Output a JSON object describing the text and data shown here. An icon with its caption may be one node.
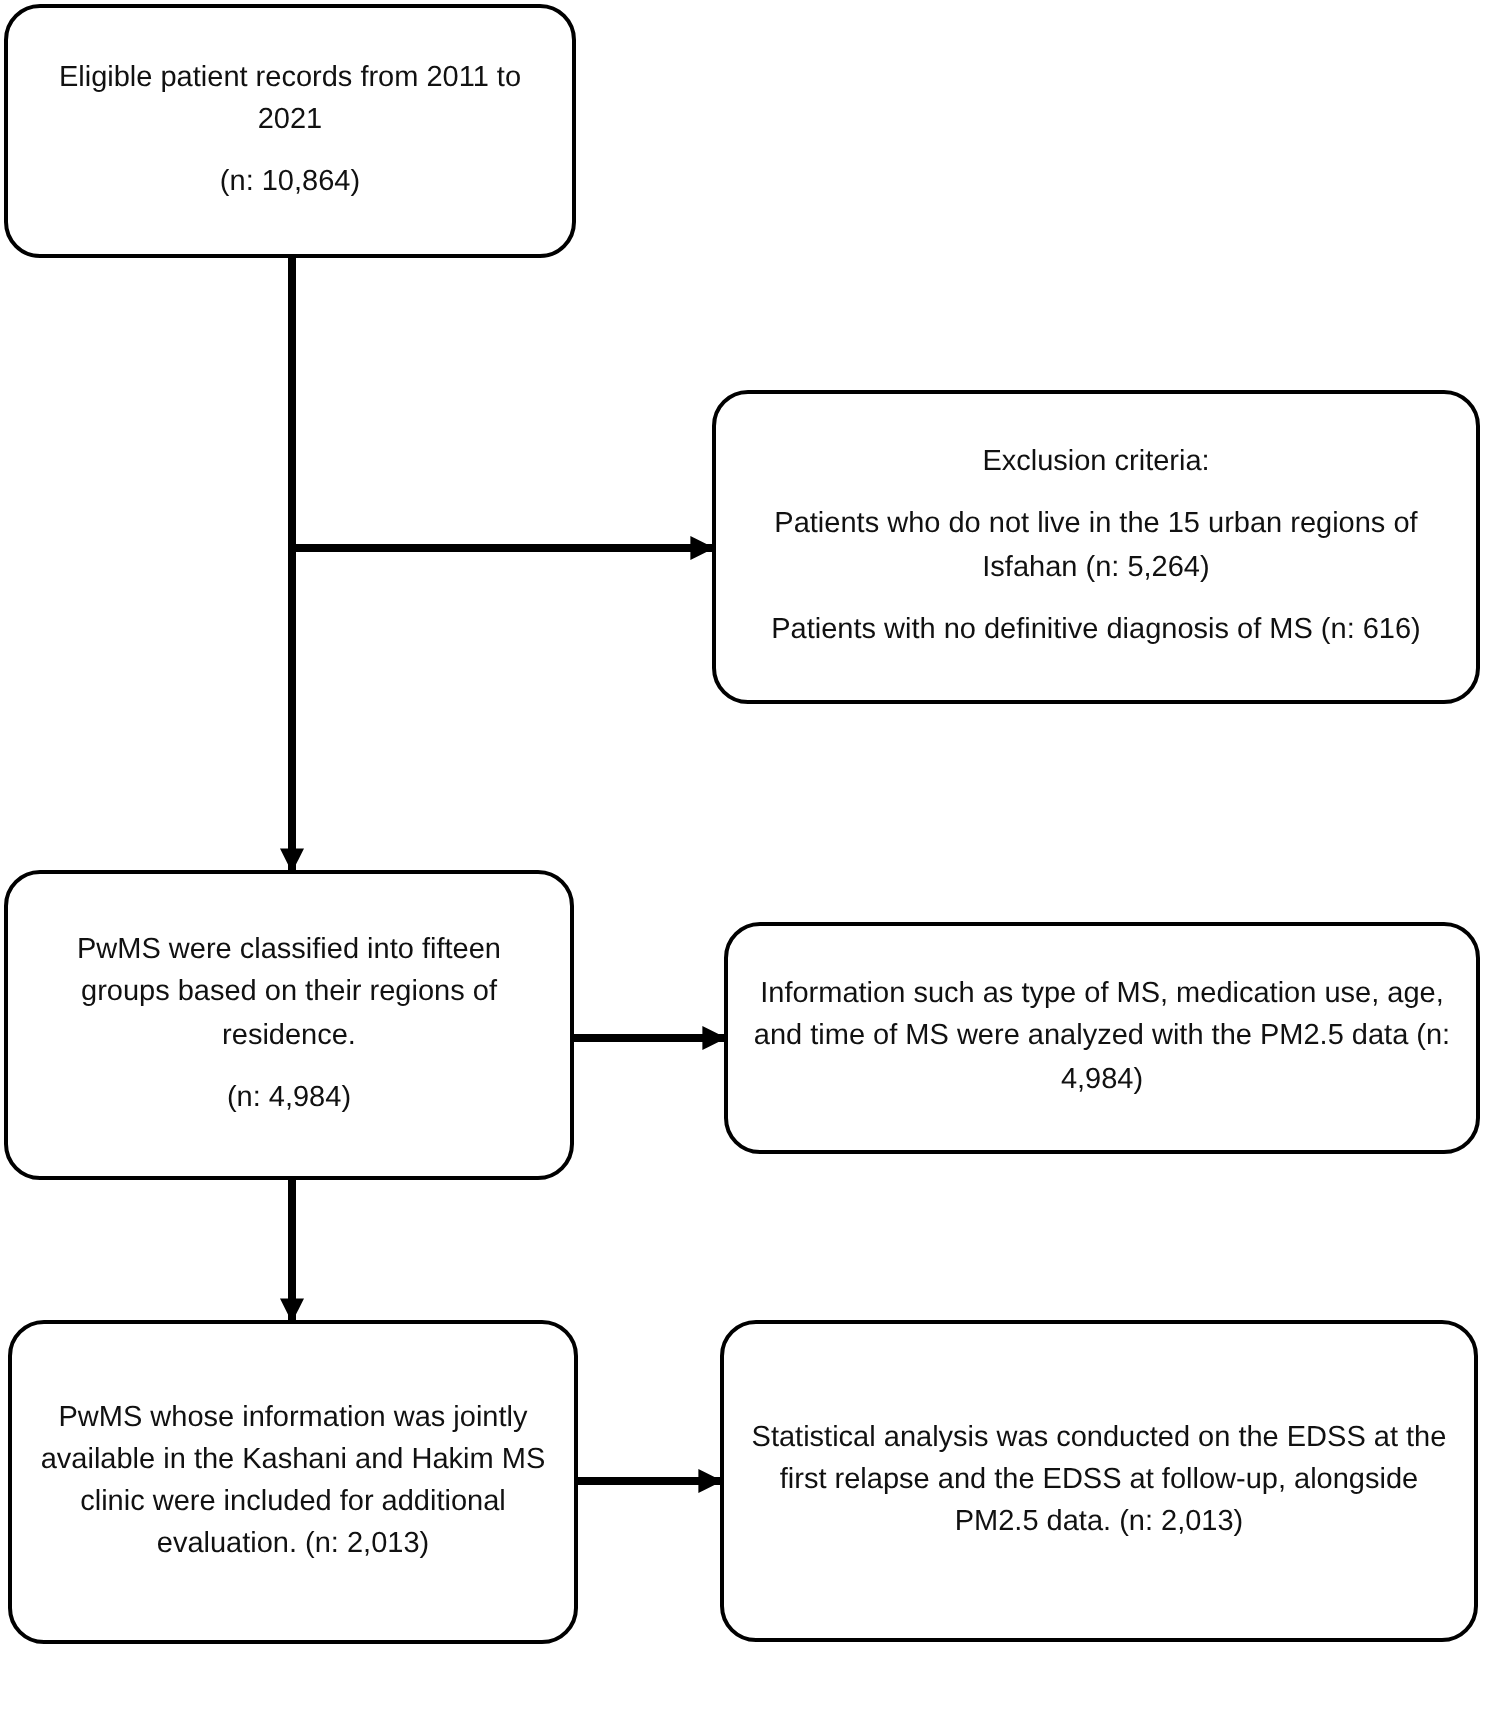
{
  "diagram": {
    "nodes": [
      {
        "text": [
          "Eligible patient records from 2011 to 2021",
          "(n: 10,864)"
        ]
      },
      {
        "text": [
          "Exclusion criteria:",
          "Patients who do not live in the 15 urban regions of Isfahan (n: 5,264)",
          "Patients with no definitive diagnosis of MS (n: 616)"
        ]
      },
      {
        "text": [
          "PwMS were classified into fifteen groups based on their regions of residence.",
          "(n: 4,984)"
        ]
      },
      {
        "text": [
          "Information such as type of MS, medication use, age, and time of MS were analyzed with the PM2.5 data (n: 4,984)"
        ]
      },
      {
        "text": [
          "PwMS whose information was jointly available in the Kashani and Hakim MS clinic were included for additional evaluation. (n: 2,013)"
        ]
      },
      {
        "text": [
          "Statistical analysis was conducted on the EDSS at the first relapse and the EDSS at follow-up, alongside PM2.5 data. (n: 2,013)"
        ]
      }
    ],
    "edges": [
      {
        "from": 0,
        "to": 2,
        "arrow": "to"
      },
      {
        "from": 0,
        "to": 1,
        "arrow": "to"
      },
      {
        "from": 2,
        "to": 3,
        "arrow": "to"
      },
      {
        "from": 2,
        "to": 4,
        "arrow": "to"
      },
      {
        "from": 4,
        "to": 5,
        "arrow": "to"
      }
    ]
  }
}
